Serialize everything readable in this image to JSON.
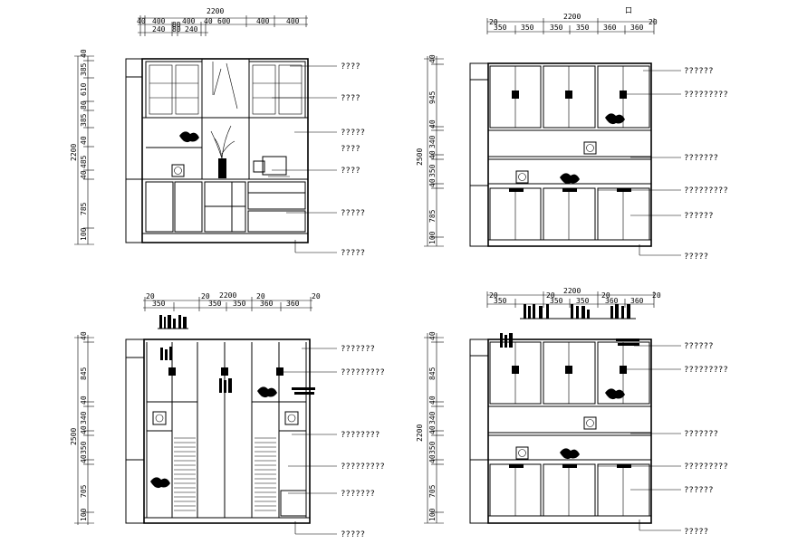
{
  "drawings": [
    {
      "id": "tl",
      "top_total": "2200",
      "top_dims": [
        "40",
        "400",
        "400",
        "600",
        "400",
        "400",
        "40"
      ],
      "top_dims_sub": [
        "240",
        "80",
        "80",
        "240"
      ],
      "side_total": "2200",
      "side_dims": [
        "40",
        "385",
        "610",
        "80",
        "385",
        "40",
        "485",
        "40",
        "785",
        "100"
      ],
      "labels": [
        "????",
        "????",
        "?????",
        "????",
        "????",
        "?????",
        "?????"
      ]
    },
    {
      "id": "tr",
      "top_total": "2200",
      "top_dims": [
        "20",
        "350",
        "350",
        "350",
        "350",
        "360",
        "360",
        "20"
      ],
      "top_corner": "口",
      "side_total": "2500",
      "side_dims": [
        "40",
        "945",
        "40",
        "340",
        "40",
        "350",
        "40",
        "785",
        "100"
      ],
      "labels": [
        "??????",
        "?????????",
        "???????",
        "?????????",
        "??????",
        "?????"
      ]
    },
    {
      "id": "bl",
      "top_total": "2200",
      "top_dims": [
        "20",
        "350",
        "20",
        "350",
        "350",
        "20",
        "360",
        "360",
        "20"
      ],
      "side_total": "2500",
      "side_dims": [
        "40",
        "845",
        "40",
        "340",
        "40",
        "350",
        "40",
        "705",
        "100"
      ],
      "labels": [
        "???????",
        "?????????",
        "????????",
        "?????????",
        "???????",
        "?????"
      ]
    },
    {
      "id": "br",
      "top_total": "2200",
      "top_dims": [
        "20",
        "350",
        "20",
        "350",
        "350",
        "20",
        "360",
        "360",
        "20"
      ],
      "side_total": "2200",
      "side_dims": [
        "40",
        "845",
        "40",
        "340",
        "40",
        "350",
        "40",
        "705",
        "100"
      ],
      "labels": [
        "??????",
        "?????????",
        "???????",
        "?????????",
        "??????",
        "?????"
      ]
    }
  ]
}
